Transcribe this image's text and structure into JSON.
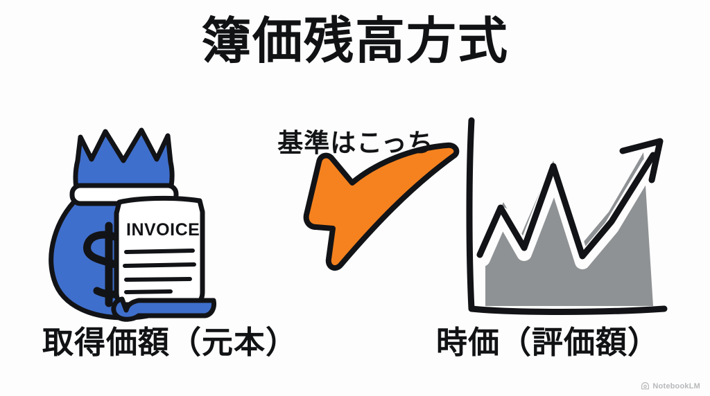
{
  "slide": {
    "background_color": "#fdfdfd",
    "title": "簿価残高方式"
  },
  "annotation": {
    "arrow_label": "基準はこっち",
    "arrow_icon": "curved-left-arrow-icon",
    "arrow_color": "#f5821f",
    "arrow_outline_color": "#121316",
    "arrow_direction": "left"
  },
  "left_figure": {
    "name": "money-bag-with-invoice-illustration",
    "bag_icon": "money-bag-icon",
    "bag_color": "#3f6fcc",
    "bag_symbol": "$",
    "tie_color": "#ffffff",
    "invoice_icon": "invoice-document-icon",
    "invoice_title": "INVOICE",
    "invoice_paper_color": "#ffffff",
    "invoice_curl_color": "#3f6fcc",
    "invoice_line_count": 5,
    "outline_color": "#121316"
  },
  "right_figure": {
    "name": "rising-stock-chart-illustration",
    "chart_icon": "growth-chart-arrow-icon",
    "area_color": "#8f9294",
    "line_color": "#121316",
    "axis_color": "#121316",
    "arrowhead": "up-right"
  },
  "captions": {
    "left": "取得価額（元本）",
    "right": "時価（評価額）"
  },
  "watermark": {
    "icon": "notebooklm-logo-icon",
    "label": "NotebookLM"
  },
  "chart_data": {
    "type": "area",
    "title": "",
    "xlabel": "",
    "ylabel": "",
    "grid": false,
    "legend": null,
    "x": [
      0,
      1,
      2,
      3,
      4,
      5,
      6,
      7
    ],
    "values": [
      18,
      52,
      30,
      96,
      44,
      70,
      88,
      100
    ],
    "xlim": [
      0,
      7
    ],
    "ylim": [
      0,
      105
    ],
    "series": [
      {
        "name": "時価 (market value)",
        "values": [
          18,
          52,
          30,
          96,
          44,
          70,
          88,
          100
        ]
      }
    ],
    "annotations": [
      "upward trend arrowhead at final point"
    ]
  }
}
